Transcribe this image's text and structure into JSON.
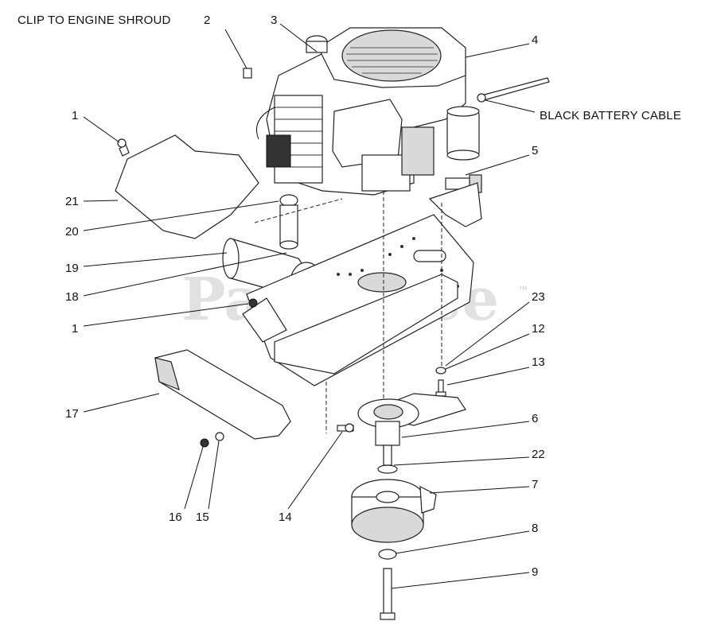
{
  "watermark": {
    "text": "PartsTree",
    "trademark": "™"
  },
  "labels": {
    "clip_to_engine_shroud": "CLIP TO ENGINE SHROUD",
    "black_battery_cable": "BLACK BATTERY CABLE"
  },
  "callouts": {
    "n1_top": "1",
    "n1_bottom": "1",
    "n2": "2",
    "n3": "3",
    "n4": "4",
    "n5": "5",
    "n6": "6",
    "n7": "7",
    "n8": "8",
    "n9": "9",
    "n12": "12",
    "n13": "13",
    "n14": "14",
    "n15": "15",
    "n16": "16",
    "n17": "17",
    "n18": "18",
    "n19": "19",
    "n20": "20",
    "n21": "21",
    "n22": "22",
    "n23": "23"
  }
}
